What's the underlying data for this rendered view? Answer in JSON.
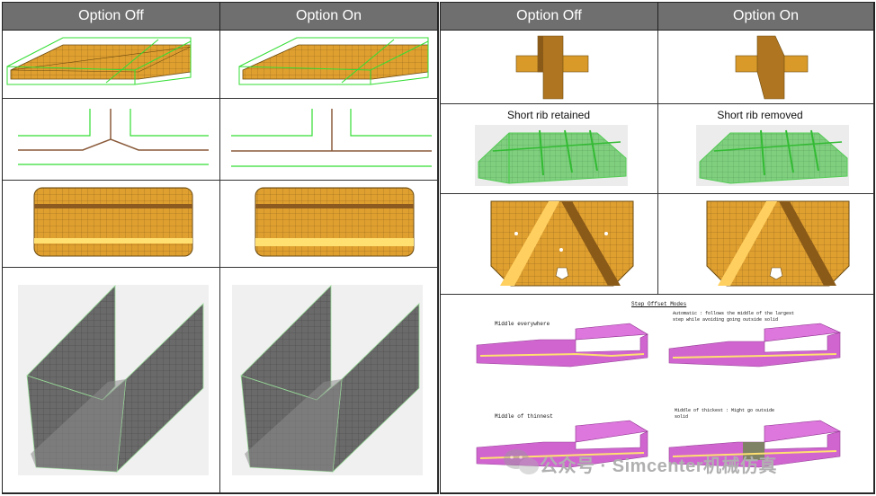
{
  "left_table": {
    "header_off": "Option Off",
    "header_on": "Option On"
  },
  "right_table": {
    "header_off": "Option Off",
    "header_on": "Option On",
    "caption_off": "Short rib retained",
    "caption_on": "Short rib removed"
  },
  "step_offset": {
    "title": "Step Offset Modes",
    "middle_everywhere": "Middle everywhere",
    "automatic_line1": "Automatic : follows the middle of the largest",
    "automatic_line2": "step while avoiding going outside solid",
    "middle_thinnest": "Middle of thinnest",
    "middle_thickest_line1": "Middle of thickest : Might go outside",
    "middle_thickest_line2": "solid"
  },
  "watermark": {
    "text": "公众号 · Simcenter机械仿真"
  },
  "colors": {
    "header_bg": "#6f6f6f",
    "shell_orange": "#e0a030",
    "mesh_line": "#6a4a10",
    "solid_green": "#44dd44",
    "magenta_solid": "#cc55cc",
    "gray_shell": "#6a6a6a"
  }
}
